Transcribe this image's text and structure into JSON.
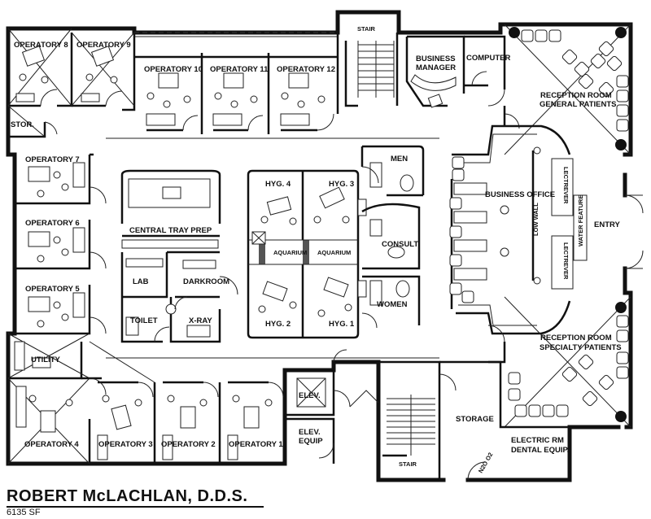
{
  "rooms": {
    "operatory_8": "OPERATORY 8",
    "operatory_9": "OPERATORY 9",
    "operatory_10": "OPERATORY 10",
    "operatory_11": "OPERATORY 11",
    "operatory_12": "OPERATORY 12",
    "stair_top": "STAIR",
    "business_manager_1": "BUSINESS",
    "business_manager_2": "MANAGER",
    "computer": "COMPUTER",
    "reception_general_1": "RECEPTION ROOM",
    "reception_general_2": "GENERAL PATIENTS",
    "stor": "STOR.",
    "operatory_7": "OPERATORY 7",
    "operatory_6": "OPERATORY 6",
    "operatory_5": "OPERATORY 5",
    "men": "MEN",
    "hyg_4": "HYG. 4",
    "hyg_3": "HYG. 3",
    "business_office": "BUSINESS OFFICE",
    "lectrever_top": "LECTREVER",
    "low_wall": "LOW WALL",
    "water_feature": "WATER FEATURE",
    "lectrever_bottom": "LECTREVER",
    "entry": "ENTRY",
    "central_tray_prep": "CENTRAL TRAY PREP",
    "consult": "CONSULT",
    "aquarium_left": "AQUARIUM",
    "aquarium_right": "AQUARIUM",
    "lab": "LAB",
    "darkroom": "DARKROOM",
    "toilet": "TOILET",
    "x_ray": "X-RAY",
    "hyg_2": "HYG. 2",
    "hyg_1": "HYG. 1",
    "women": "WOMEN",
    "utility": "UTILITY",
    "reception_specialty_1": "RECEPTION ROOM",
    "reception_specialty_2": "SPECIALTY PATIENTS",
    "elev": "ELEV.",
    "elev_equip_1": "ELEV.",
    "elev_equip_2": "EQUIP",
    "storage": "STORAGE",
    "operatory_4": "OPERATORY 4",
    "operatory_3": "OPERATORY 3",
    "operatory_2": "OPERATORY 2",
    "operatory_1": "OPERATORY 1",
    "electric_rm_1": "ELECTRIC RM",
    "electric_rm_2": "DENTAL EQUIP.",
    "stair_bottom": "STAIR",
    "n2o_o2": "N2O O2"
  },
  "title": "ROBERT McLACHLAN, D.D.S.",
  "area": "6135 SF"
}
